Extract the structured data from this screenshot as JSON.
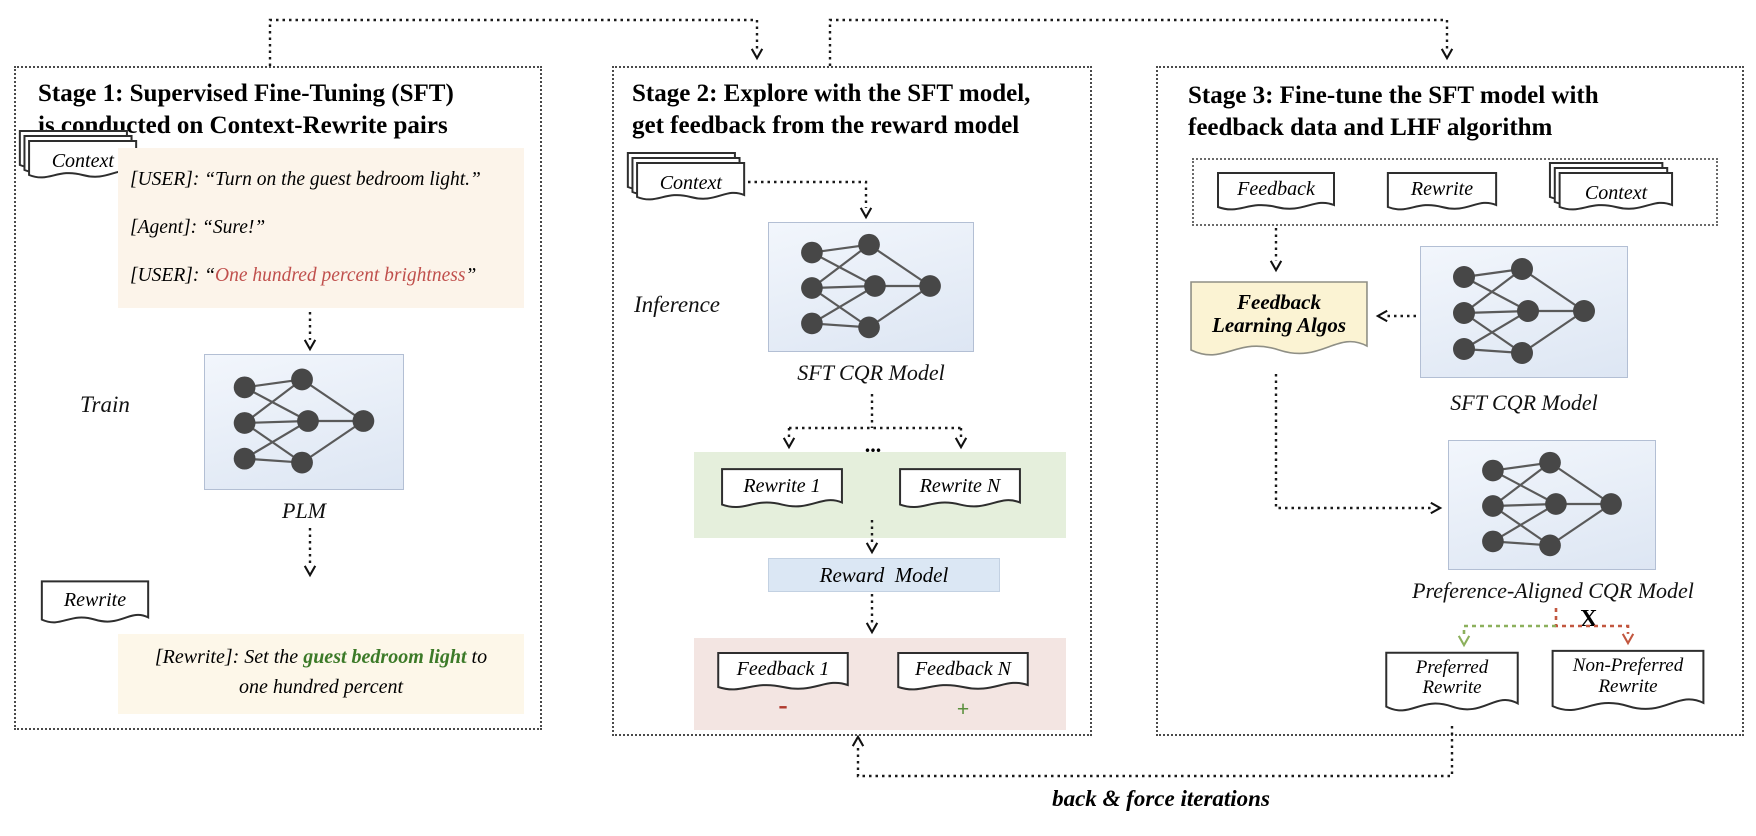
{
  "s1": {
    "title1": "Stage 1: Supervised Fine-Tuning (SFT)",
    "title2": "is conducted on Context-Rewrite pairs",
    "context_doc": "Context",
    "d1": "[USER]: “Turn on the guest bedroom light.”",
    "d2": "[Agent]: “Sure!”",
    "d3a": "[USER]: “",
    "d3b": "One hundred percent brightness",
    "d3c": "”",
    "train_label": "Train",
    "plm_label": "PLM",
    "rewrite_doc": "Rewrite",
    "out_a": "[Rewrite]: Set the ",
    "out_b": "guest bedroom light",
    "out_c": " to one hundred percent"
  },
  "s2": {
    "title1": "Stage 2: Explore with the SFT model,",
    "title2": "get feedback from the reward model",
    "context_doc": "Context",
    "inference_label": "Inference",
    "sft_label": "SFT CQR Model",
    "ellipsis": "...",
    "rewrite1_doc": "Rewrite 1",
    "rewriteN_doc": "Rewrite N",
    "reward_label": "Reward  Model",
    "feedback1_doc": "Feedback 1",
    "feedbackN_doc": "Feedback N",
    "minus": "-",
    "plus": "+"
  },
  "s3": {
    "title1": "Stage 3: Fine-tune the SFT model with",
    "title2": "feedback data and LHF algorithm",
    "feedback_doc": "Feedback",
    "rewrite_doc": "Rewrite",
    "context_doc": "Context",
    "fla1": "Feedback",
    "fla2": "Learning Algos",
    "sft_label": "SFT CQR Model",
    "pa_label": "Preference-Aligned CQR Model",
    "x_mark": "X",
    "pref1": "Preferred",
    "pref2": "Rewrite",
    "npref1": "Non-Preferred",
    "npref2": "Rewrite"
  },
  "footer": {
    "loop_label": "back & force iterations"
  },
  "colors": {
    "dialogue_red": "#c0504d",
    "highlight_green": "#3c7a28",
    "minus_red": "#b03a2e",
    "plus_green": "#5a8f3c",
    "rewrites_box_green": "#e5efdc",
    "feedback_box_pink": "#f3e5e2",
    "reward_box_blue": "#dbe7f4",
    "note_yellow": "#fbf3d3",
    "net_box_blue": "#e7edf7",
    "arrow_green": "#8cb05c",
    "arrow_red": "#c2573f"
  }
}
